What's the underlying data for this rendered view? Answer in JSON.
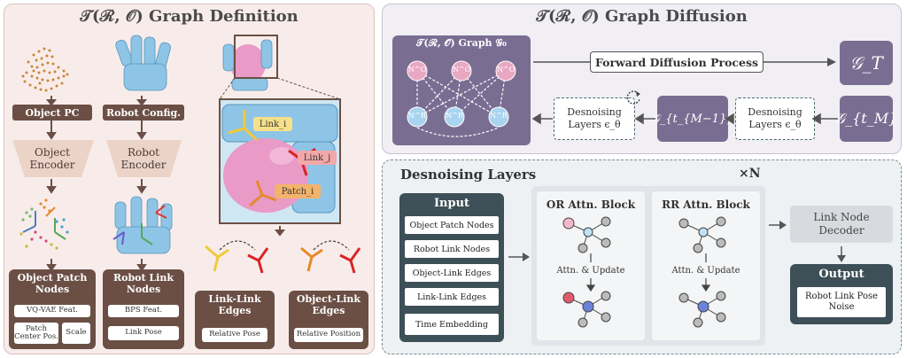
{
  "left": {
    "title": "𝒯(ℛ, 𝒪) Graph Definition",
    "object_pc": "Object PC",
    "robot_config": "Robot Config.",
    "object_encoder": "Object Encoder",
    "robot_encoder": "Robot Encoder",
    "object_patch_nodes": {
      "title": "Object Patch Nodes",
      "feat": "VQ-VAE Feat.",
      "center": "Patch Center Pos.",
      "scale": "Scale"
    },
    "robot_link_nodes": {
      "title": "Robot Link Nodes",
      "feat": "BPS Feat.",
      "pose": "Link Pose"
    },
    "link_link_edges": {
      "title": "Link-Link Edges",
      "attr": "Relative Pose"
    },
    "object_link_edges": {
      "title": "Object-Link Edges",
      "attr": "Relative Position"
    },
    "zoom_labels": {
      "link_i": "Link_i",
      "link_j": "Link_j",
      "patch_i": "Patch_i"
    }
  },
  "right_top": {
    "title": "𝒯(ℛ, 𝒪) Graph Diffusion",
    "graph_label": "𝒯(ℛ, 𝒪) Graph 𝒢₀",
    "forward": "Forward Diffusion Process",
    "g_t": "𝒢_T",
    "g_tm": "𝒢_{t_M}",
    "g_tm1": "𝒢_{t_{M−1}}",
    "denoise1": "Desnoising Layers ϵ_θ",
    "denoise2": "Desnoising Layers ϵ_θ",
    "node_o": "N^O",
    "node_r": "N^R"
  },
  "right_bottom": {
    "title": "Desnoising Layers",
    "times_n": "×N",
    "input_title": "Input",
    "inputs": [
      "Object Patch Nodes",
      "Robot Link Nodes",
      "Object-Link Edges",
      "Link-Link Edges",
      "Time Embedding"
    ],
    "or_block": "OR Attn. Block",
    "rr_block": "RR Attn. Block",
    "attn_update": "Attn. & Update",
    "decoder": "Link Node Decoder",
    "output_title": "Output",
    "output_text": "Robot Link Pose Noise"
  }
}
